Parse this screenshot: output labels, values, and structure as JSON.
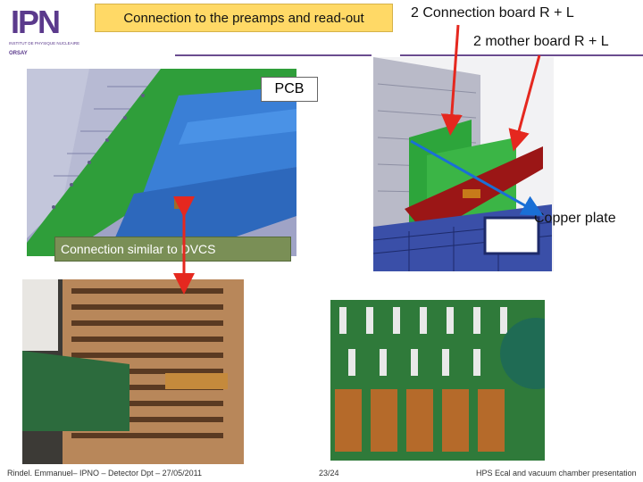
{
  "slide": {
    "logo": {
      "letters": "IPN",
      "subtitle": "INSTITUT DE PHYSIQUE NUCLEAIRE",
      "city": "ORSAY"
    },
    "title": "Connection to the preamps and read-out",
    "labels": {
      "connection_board": "2 Connection board R + L",
      "mother_board": "2 mother board R + L",
      "pcb": "PCB",
      "copper_plate": "Copper plate",
      "dvcs": "Connection similar to DVCS"
    },
    "footer": {
      "author": "Rindel. Emmanuel– IPNO – Detector Dpt – 27/05/2011",
      "page": "23/24",
      "presentation": "HPS Ecal and vacuum chamber presentation"
    },
    "colors": {
      "title_bg": "#ffd966",
      "dvcs_bg": "#7a8f56",
      "arrow": "#e5281f",
      "arrow_blue": "#1a6fd6",
      "rule": "#6a4c8f"
    }
  }
}
